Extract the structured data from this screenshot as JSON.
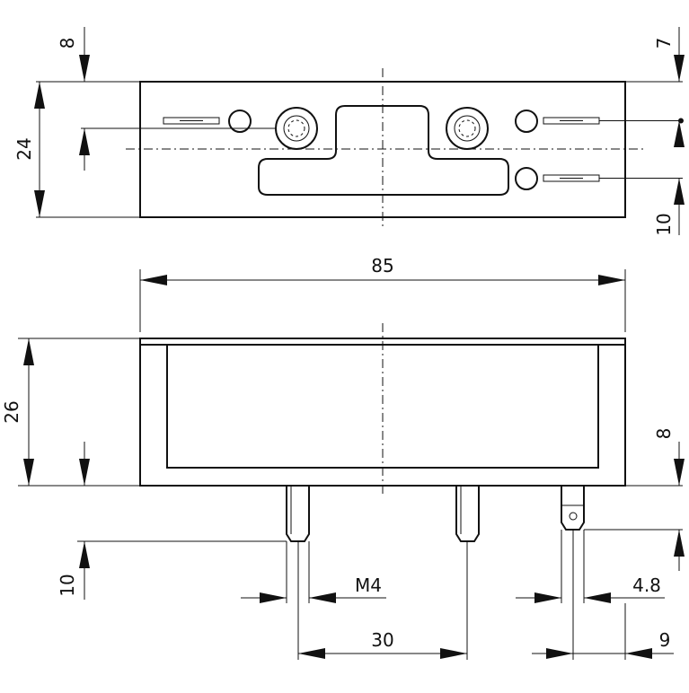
{
  "dimensions": {
    "top_height": "8",
    "plate_height": "24",
    "right_top": "7",
    "right_bottom": "10",
    "overall_width": "85",
    "body_height": "26",
    "right_pin": "8",
    "pin_length": "10",
    "thread": "M4",
    "pin_spacing": "30",
    "pin_diameter": "4.8",
    "pin_offset": "9"
  }
}
